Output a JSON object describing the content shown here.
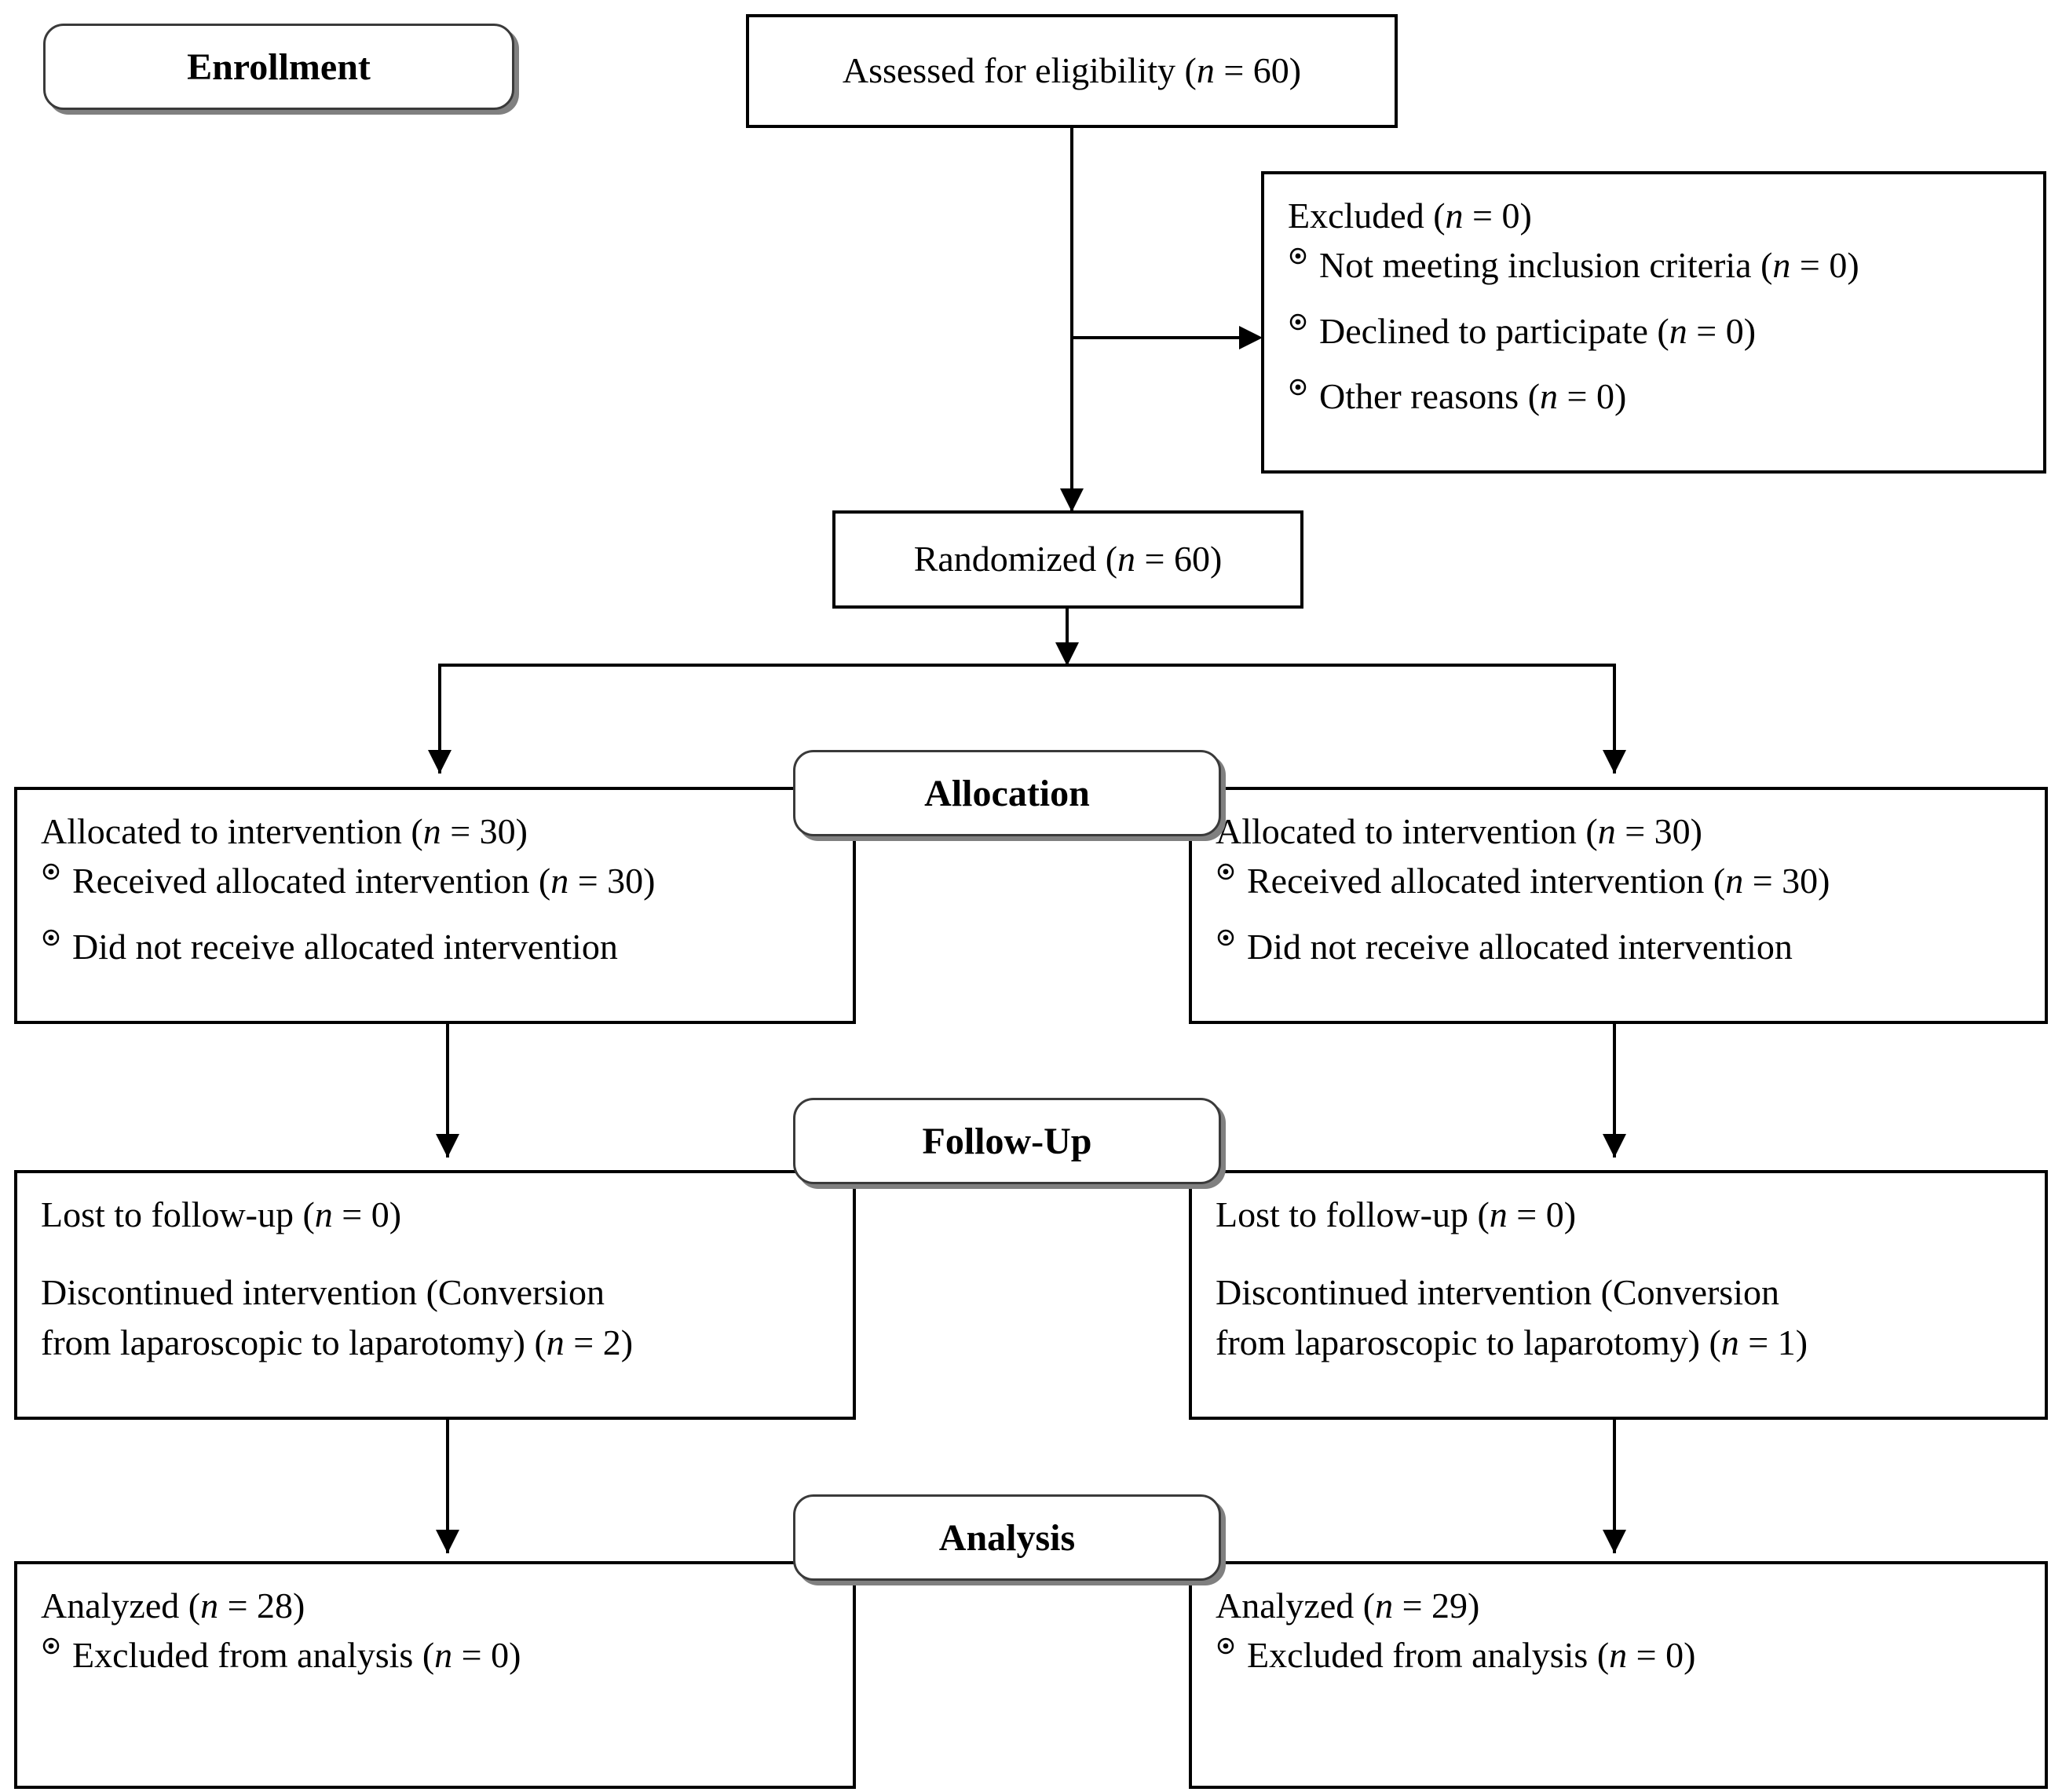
{
  "diagram": {
    "title": "CONSORT participant flow diagram",
    "colors": {
      "line": "#000000",
      "box_border": "#000000",
      "stage_border": "#3a3a3a",
      "stage_shadow": "#808080",
      "background": "#ffffff"
    },
    "bullet_icon": "circled-bullet-icon"
  },
  "stages": {
    "enrollment": "Enrollment",
    "allocation": "Allocation",
    "followup": "Follow-Up",
    "analysis": "Analysis"
  },
  "enrollment": {
    "assessed": {
      "label": "Assessed for eligibility (",
      "n_italic": "n",
      "n_value": " = 60)"
    },
    "excluded": {
      "heading_pre": "Excluded (",
      "heading_n": "n",
      "heading_post": " = 0)",
      "reasons": [
        {
          "pre": "Not meeting inclusion criteria (",
          "n": "n",
          "post": " = 0)"
        },
        {
          "pre": "Declined to participate (",
          "n": "n",
          "post": " = 0)"
        },
        {
          "pre": "Other reasons (",
          "n": "n",
          "post": " = 0)"
        }
      ]
    },
    "randomized": {
      "pre": "Randomized (",
      "n": "n",
      "post": " = 60)"
    }
  },
  "allocation": {
    "left": {
      "heading_pre": "Allocated to intervention (",
      "heading_n": "n",
      "heading_post": " = 30)",
      "items": [
        {
          "pre": "Received allocated intervention (",
          "n": "n",
          "post": " = 30)"
        },
        {
          "pre": "Did not receive allocated intervention",
          "n": "",
          "post": ""
        }
      ]
    },
    "right": {
      "heading_pre": "Allocated to intervention (",
      "heading_n": "n",
      "heading_post": " = 30)",
      "items": [
        {
          "pre": "Received allocated intervention (",
          "n": "n",
          "post": " = 30)"
        },
        {
          "pre": "Did not receive allocated intervention",
          "n": "",
          "post": ""
        }
      ]
    }
  },
  "followup": {
    "left": {
      "lost_pre": "Lost to follow-up (",
      "lost_n": "n",
      "lost_post": " = 0)",
      "disc_line1": "Discontinued intervention (Conversion",
      "disc_line2_pre": "from laparoscopic to laparotomy) (",
      "disc_line2_n": "n",
      "disc_line2_post": " = 2)"
    },
    "right": {
      "lost_pre": "Lost to follow-up (",
      "lost_n": "n",
      "lost_post": " = 0)",
      "disc_line1": "Discontinued intervention (Conversion",
      "disc_line2_pre": "from laparoscopic to laparotomy) (",
      "disc_line2_n": "n",
      "disc_line2_post": " = 1)"
    }
  },
  "analysis": {
    "left": {
      "heading_pre": "Analyzed (",
      "heading_n": "n",
      "heading_post": " = 28)",
      "excl_pre": "Excluded from analysis (",
      "excl_n": "n",
      "excl_post": " = 0)"
    },
    "right": {
      "heading_pre": "Analyzed (",
      "heading_n": "n",
      "heading_post": " = 29)",
      "excl_pre": "Excluded from analysis (",
      "excl_n": "n",
      "excl_post": " = 0)"
    }
  },
  "chart_data": {
    "type": "flow",
    "title": "CONSORT flow diagram",
    "nodes": [
      {
        "id": "assessed",
        "stage": "Enrollment",
        "label": "Assessed for eligibility (n = 60)",
        "n": 60
      },
      {
        "id": "excluded",
        "stage": "Enrollment",
        "label": "Excluded (n = 0)",
        "n": 0,
        "children": [
          {
            "label": "Not meeting inclusion criteria (n = 0)",
            "n": 0
          },
          {
            "label": "Declined to participate (n = 0)",
            "n": 0
          },
          {
            "label": "Other reasons (n = 0)",
            "n": 0
          }
        ]
      },
      {
        "id": "randomized",
        "stage": "Enrollment",
        "label": "Randomized (n = 60)",
        "n": 60
      },
      {
        "id": "alloc_left",
        "stage": "Allocation",
        "label": "Allocated to intervention (n = 30)",
        "n": 30,
        "children": [
          {
            "label": "Received allocated intervention (n = 30)",
            "n": 30
          },
          {
            "label": "Did not receive allocated intervention",
            "n": null
          }
        ]
      },
      {
        "id": "alloc_right",
        "stage": "Allocation",
        "label": "Allocated to intervention (n = 30)",
        "n": 30,
        "children": [
          {
            "label": "Received allocated intervention (n = 30)",
            "n": 30
          },
          {
            "label": "Did not receive allocated intervention",
            "n": null
          }
        ]
      },
      {
        "id": "follow_left",
        "stage": "Follow-Up",
        "label": "Lost to follow-up (n = 0); Discontinued intervention (Conversion from laparoscopic to laparotomy) (n = 2)",
        "lost": 0,
        "discontinued": 2
      },
      {
        "id": "follow_right",
        "stage": "Follow-Up",
        "label": "Lost to follow-up (n = 0); Discontinued intervention (Conversion from laparoscopic to laparotomy) (n = 1)",
        "lost": 0,
        "discontinued": 1
      },
      {
        "id": "analysis_left",
        "stage": "Analysis",
        "label": "Analyzed (n = 28); Excluded from analysis (n = 0)",
        "analyzed": 28,
        "excluded": 0
      },
      {
        "id": "analysis_right",
        "stage": "Analysis",
        "label": "Analyzed (n = 29); Excluded from analysis (n = 0)",
        "analyzed": 29,
        "excluded": 0
      }
    ],
    "edges": [
      {
        "from": "assessed",
        "to": "excluded"
      },
      {
        "from": "assessed",
        "to": "randomized"
      },
      {
        "from": "randomized",
        "to": "alloc_left"
      },
      {
        "from": "randomized",
        "to": "alloc_right"
      },
      {
        "from": "alloc_left",
        "to": "follow_left"
      },
      {
        "from": "alloc_right",
        "to": "follow_right"
      },
      {
        "from": "follow_left",
        "to": "analysis_left"
      },
      {
        "from": "follow_right",
        "to": "analysis_right"
      }
    ]
  }
}
